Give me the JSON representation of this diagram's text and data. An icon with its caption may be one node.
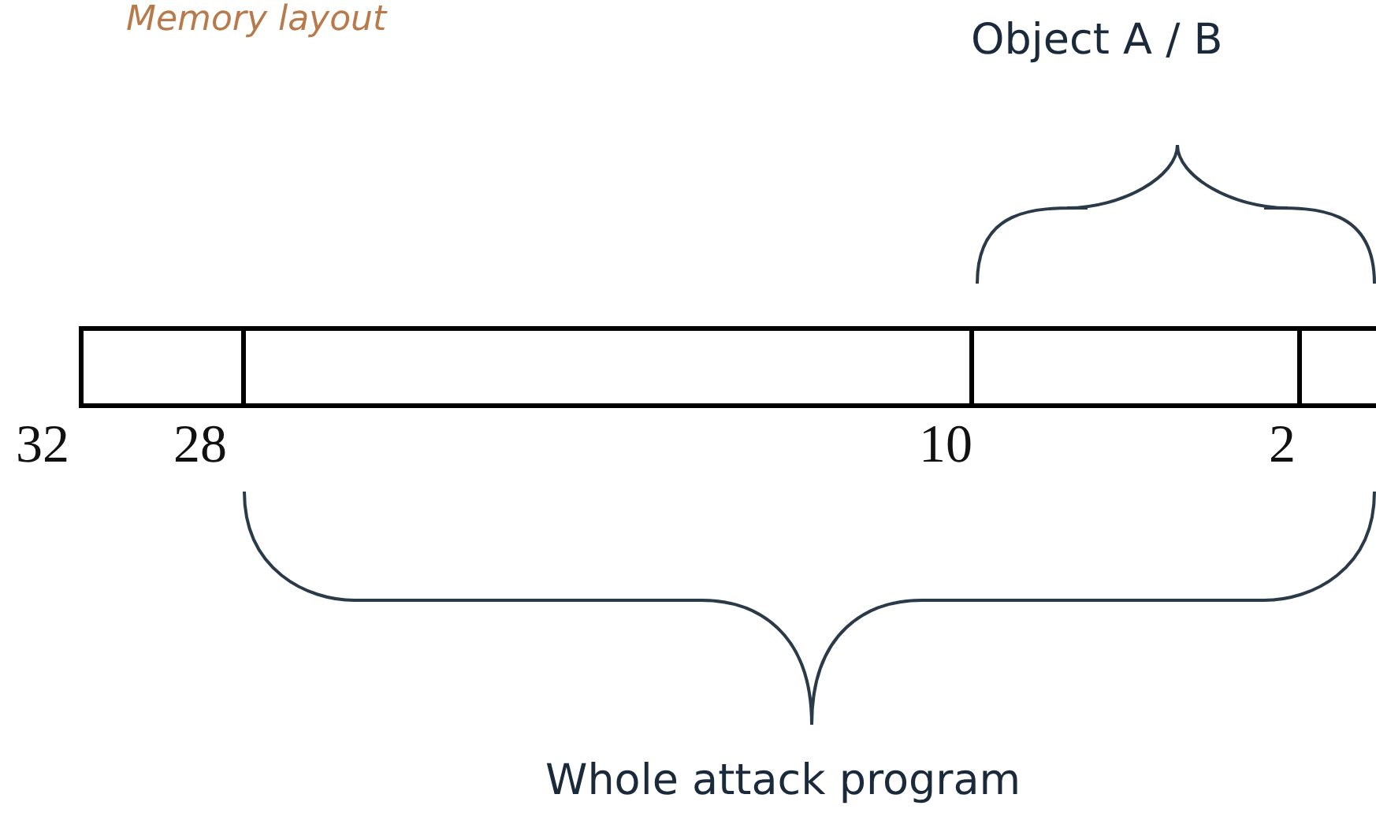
{
  "diagram": {
    "title": "Memory layout",
    "nodes": [
      {
        "text": [],
        "shape": "box"
      },
      {
        "text": [],
        "shape": "box"
      },
      {
        "text": [],
        "shape": "box"
      },
      {
        "text": [],
        "shape": "box"
      }
    ],
    "labels": [
      "Object A / B",
      "32",
      "28",
      "10",
      "2",
      "Whole attack program"
    ]
  }
}
